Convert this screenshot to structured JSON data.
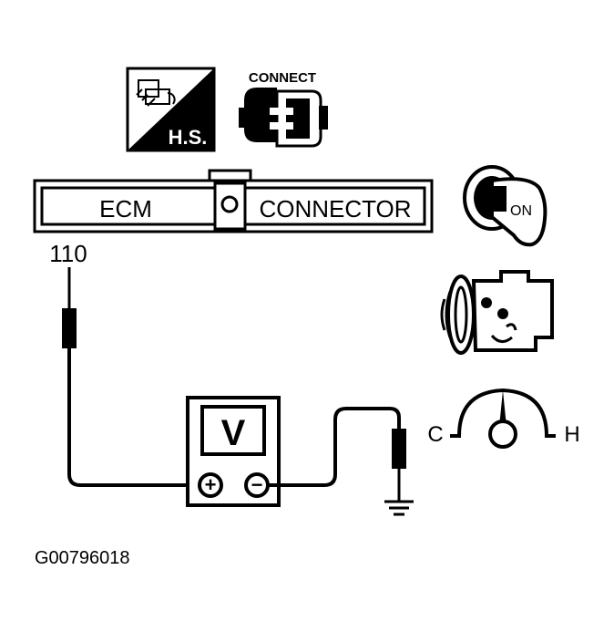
{
  "hs_icon": {
    "text": "H.S."
  },
  "connect_icon": {
    "label": "CONNECT"
  },
  "ecm_connector": {
    "left_label": "ECM",
    "right_label": "CONNECTOR"
  },
  "pin": {
    "number": "110"
  },
  "ignition": {
    "key_label": "ON"
  },
  "voltmeter": {
    "display": "V",
    "positive": "+",
    "negative": "−"
  },
  "temp_gauge": {
    "cold": "C",
    "hot": "H"
  },
  "figure_id": "G00796018",
  "colors": {
    "ink": "#000000",
    "paper": "#ffffff"
  }
}
